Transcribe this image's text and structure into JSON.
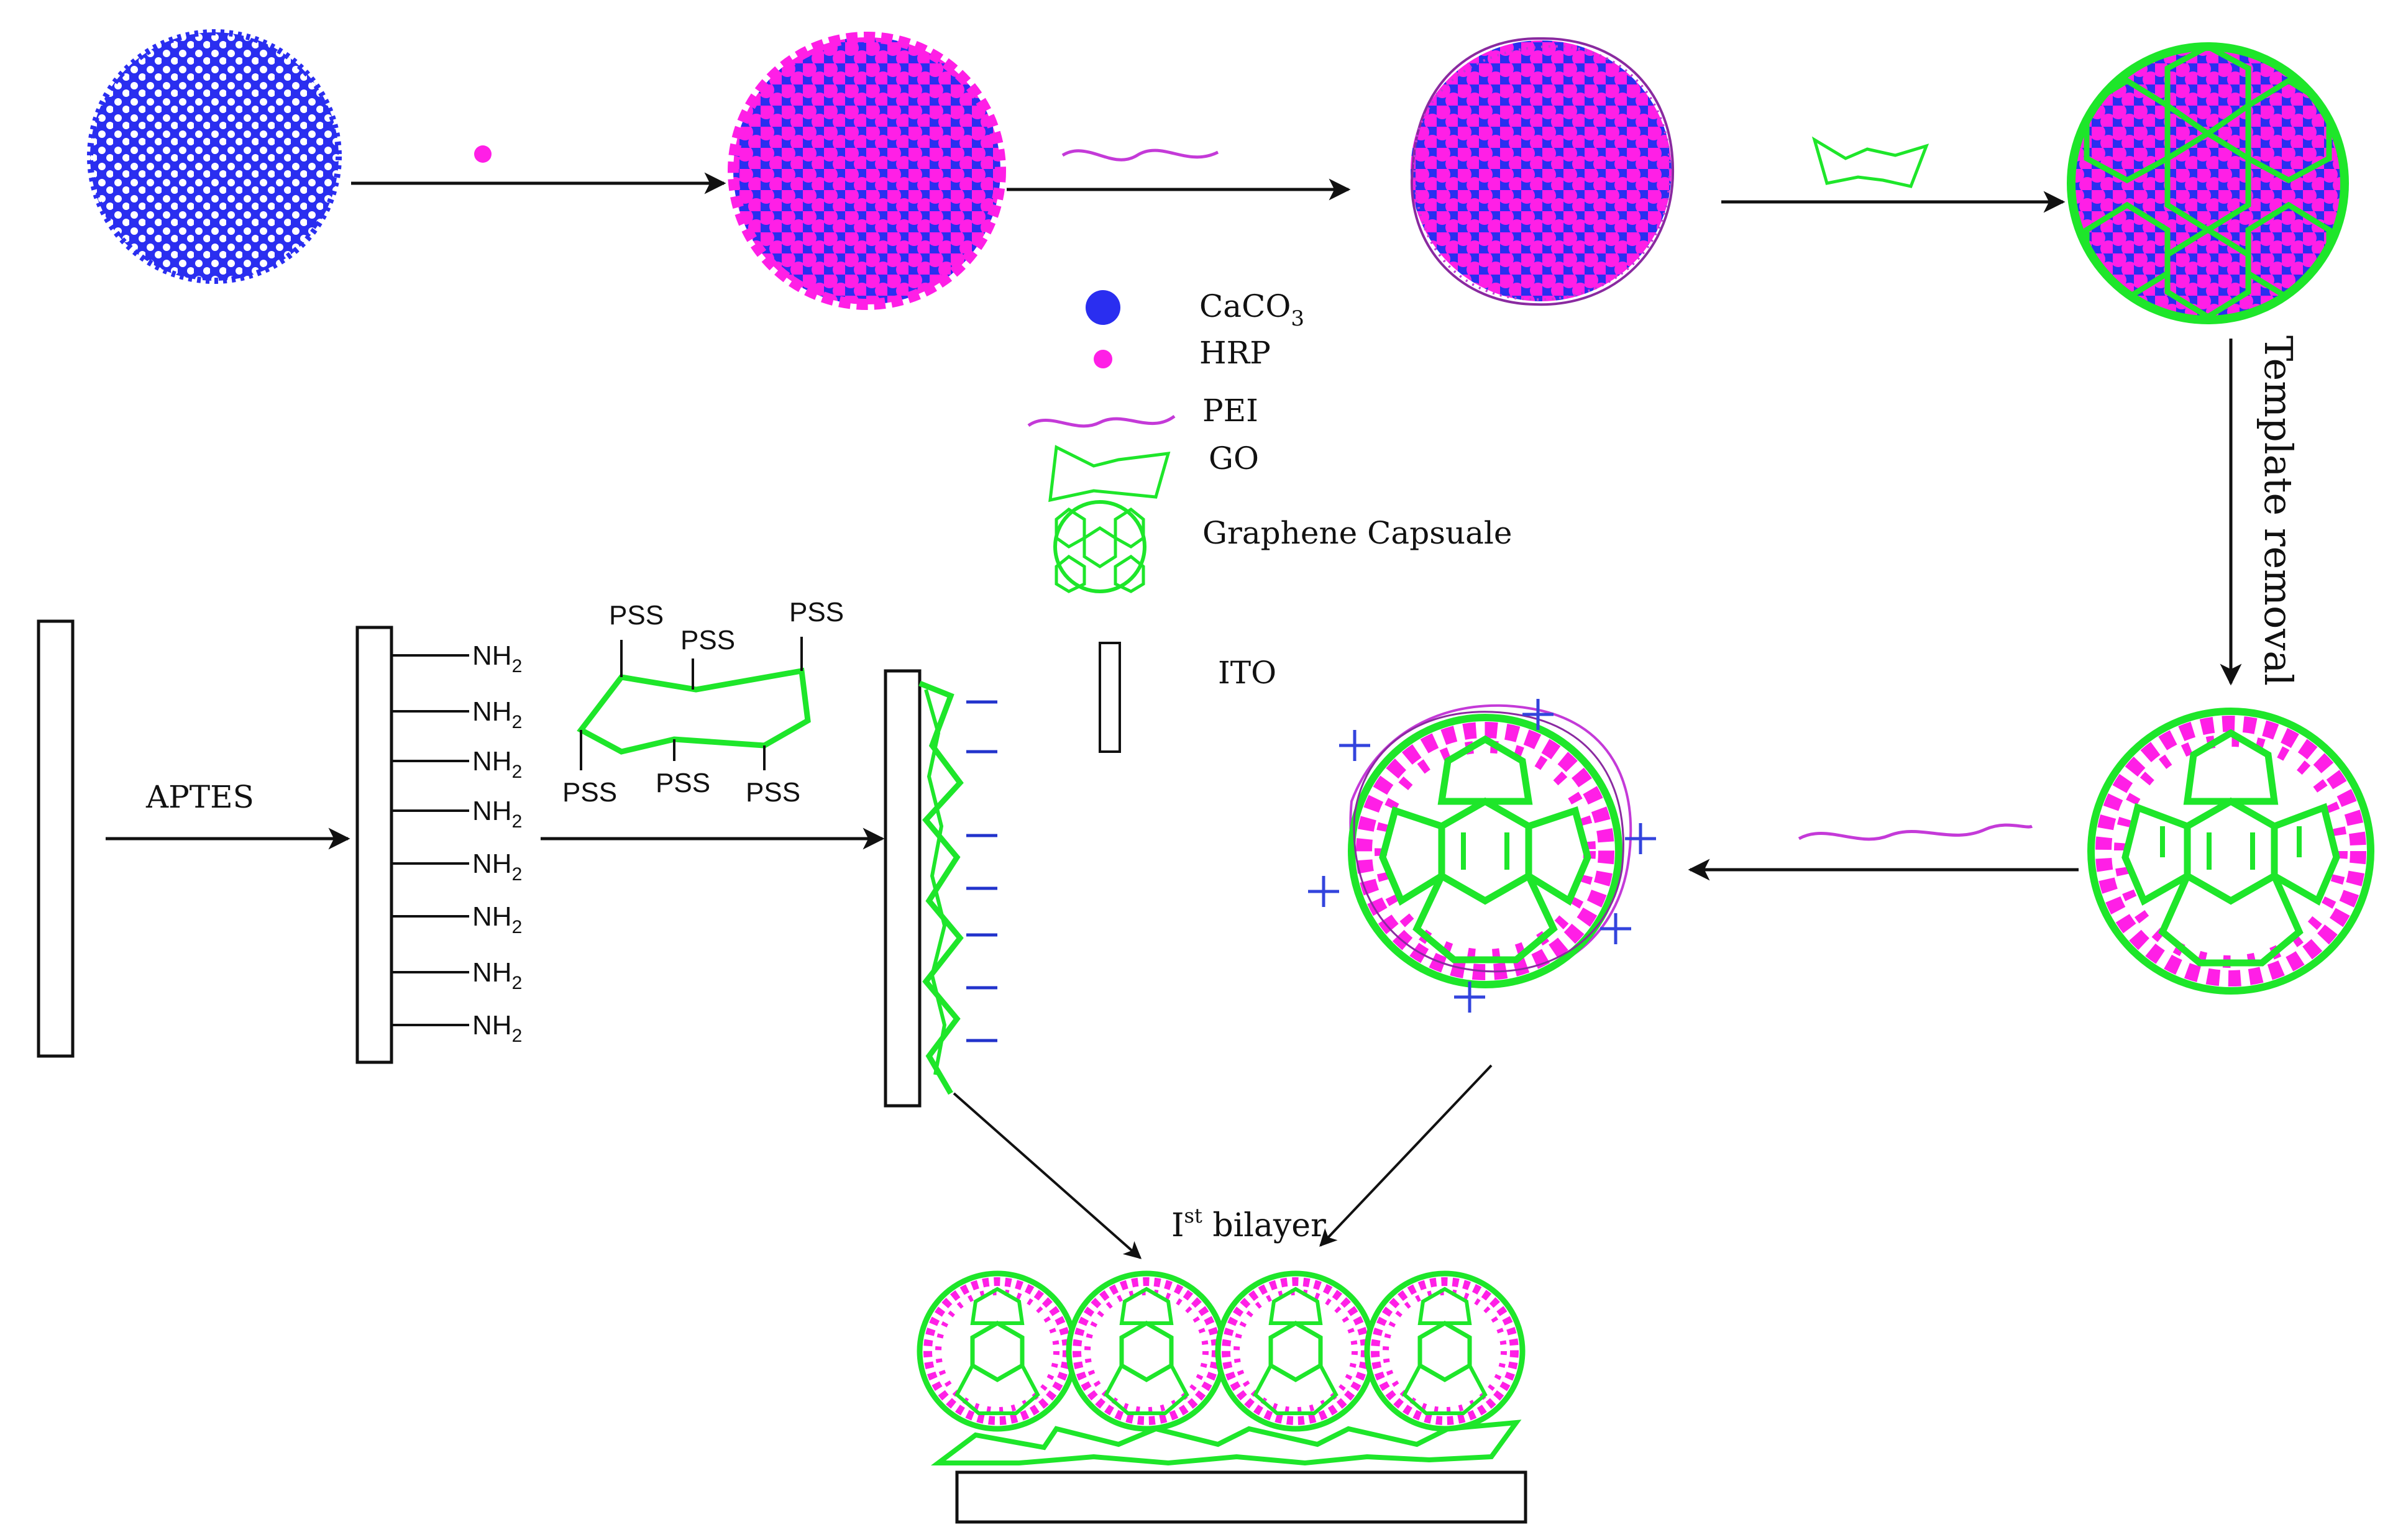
{
  "colors": {
    "caco3": "#2a2ef0",
    "hrp": "#ff1fe6",
    "pei": "#c43ad8",
    "go": "#1ee62a",
    "plus": "#3344dd",
    "minus": "#2233cc",
    "line": "#111111"
  },
  "legend": {
    "caco3_label": "CaCO",
    "caco3_sub": "3",
    "hrp_label": "HRP",
    "pei_label": "PEI",
    "go_label": "GO",
    "capsule_label": "Graphene Capsuale",
    "ito_label": "ITO"
  },
  "labels": {
    "template_removal": "Template removal",
    "aptes": "APTES",
    "bilayer": "I",
    "bilayer_sup": "st",
    "bilayer_rest": " bilayer",
    "nh2": "NH",
    "nh2_sub": "2",
    "pss": "PSS"
  }
}
